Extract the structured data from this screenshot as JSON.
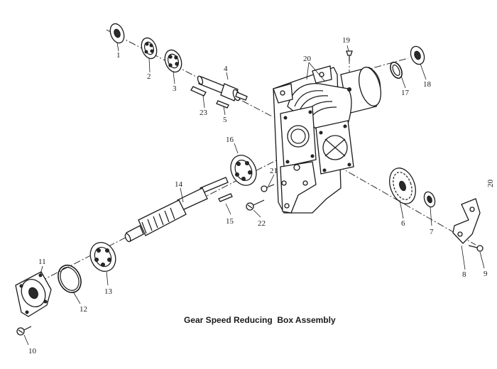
{
  "title": "Gear Speed Reducing  Box Assembly",
  "page_number": "20",
  "callouts": {
    "c1": "1",
    "c2": "2",
    "c3": "3",
    "c4": "4",
    "c5": "5",
    "c6": "6",
    "c7": "7",
    "c8": "8",
    "c9": "9",
    "c10": "10",
    "c11": "11",
    "c12": "12",
    "c13": "13",
    "c14": "14",
    "c15": "15",
    "c16": "16",
    "c17": "17",
    "c18": "18",
    "c19": "19",
    "c20": "20",
    "c21": "21",
    "c22": "22",
    "c23": "23"
  }
}
